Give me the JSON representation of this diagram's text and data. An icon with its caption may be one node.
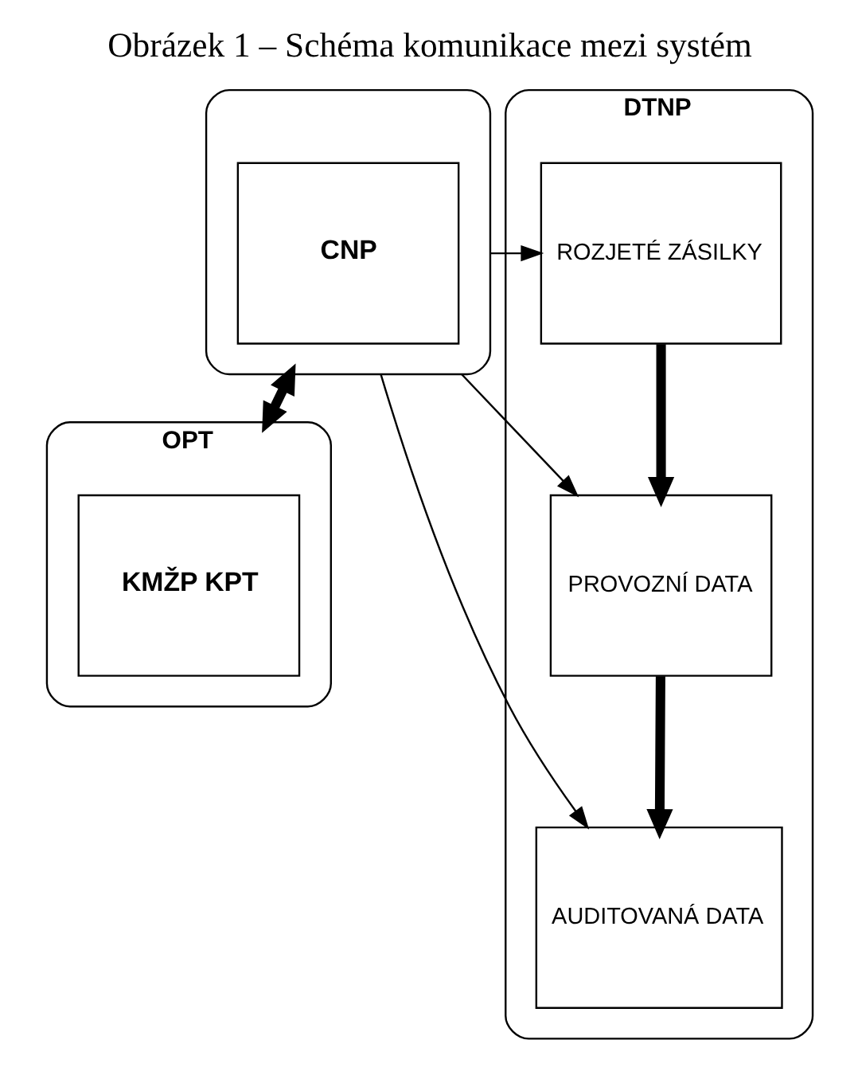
{
  "diagram": {
    "title": "Obrázek 1 – Schéma komunikace mezi systém",
    "nodes": [
      {
        "text": [],
        "shape": "box"
      },
      {
        "text": [
          "CNP"
        ],
        "in": 0
      },
      {
        "text": [
          "DTNP"
        ]
      },
      {
        "text": [
          "ROZJETÉ ZÁSILKY"
        ],
        "in": 2
      },
      {
        "text": [
          "PROVOZNÍ DATA"
        ],
        "in": 2
      },
      {
        "text": [
          "AUDITOVANÁ DATA"
        ],
        "in": 2
      },
      {
        "text": [
          "OPT"
        ]
      },
      {
        "text": [
          "KMŽP KPT"
        ],
        "in": 6
      }
    ],
    "edges": [
      {
        "from": 0,
        "to": 3,
        "arrow": "to"
      },
      {
        "from": 0,
        "to": 4,
        "arrow": "to"
      },
      {
        "from": 0,
        "to": 5,
        "arrow": "to"
      },
      {
        "from": 3,
        "to": 4,
        "arrow": "to",
        "style": "thick"
      },
      {
        "from": 4,
        "to": 5,
        "arrow": "to",
        "style": "thick"
      },
      {
        "from": 6,
        "to": 0,
        "arrow": "both",
        "style": "thick"
      }
    ]
  }
}
